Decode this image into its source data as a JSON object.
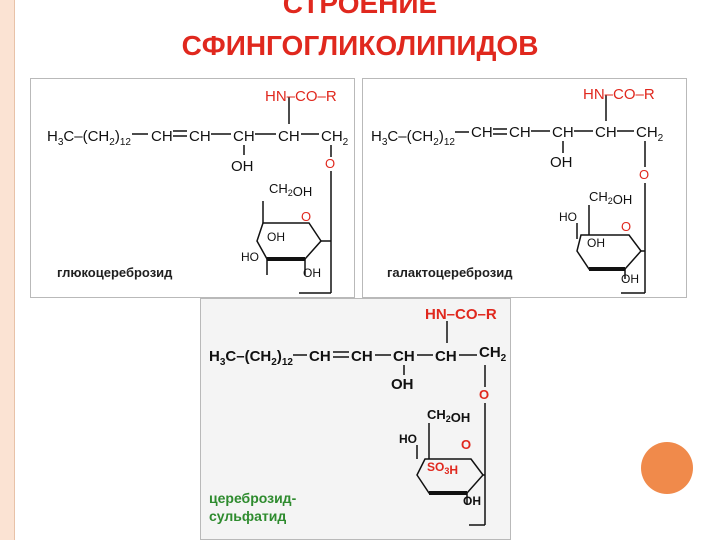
{
  "slide": {
    "title_line1": "СТРОЕНИЕ",
    "title_line2": "СФИНГОГЛИКОЛИПИДОВ"
  },
  "colors": {
    "title": "#e0281e",
    "amide": "#e0281e",
    "oxygen": "#e0281e",
    "sulfate": "#e0281e",
    "caption_green": "#2e8b2e",
    "accent_circle": "#f08a4b",
    "side_border": "#fbe3d3"
  },
  "labels": {
    "hn_co_r": "HN–CO–R",
    "o": "O",
    "oh": "OH",
    "ho": "HO",
    "ch2oh": "CH2OH",
    "so3h": "SO3H"
  },
  "panels": [
    {
      "id": "glucocerebroside",
      "caption": "глюкоцереброзид"
    },
    {
      "id": "galactocerebroside",
      "caption": "галактоцереброзид"
    },
    {
      "id": "cerebroside-sulfatide",
      "caption_line1": "цереброзид-",
      "caption_line2": "сульфатид"
    }
  ]
}
